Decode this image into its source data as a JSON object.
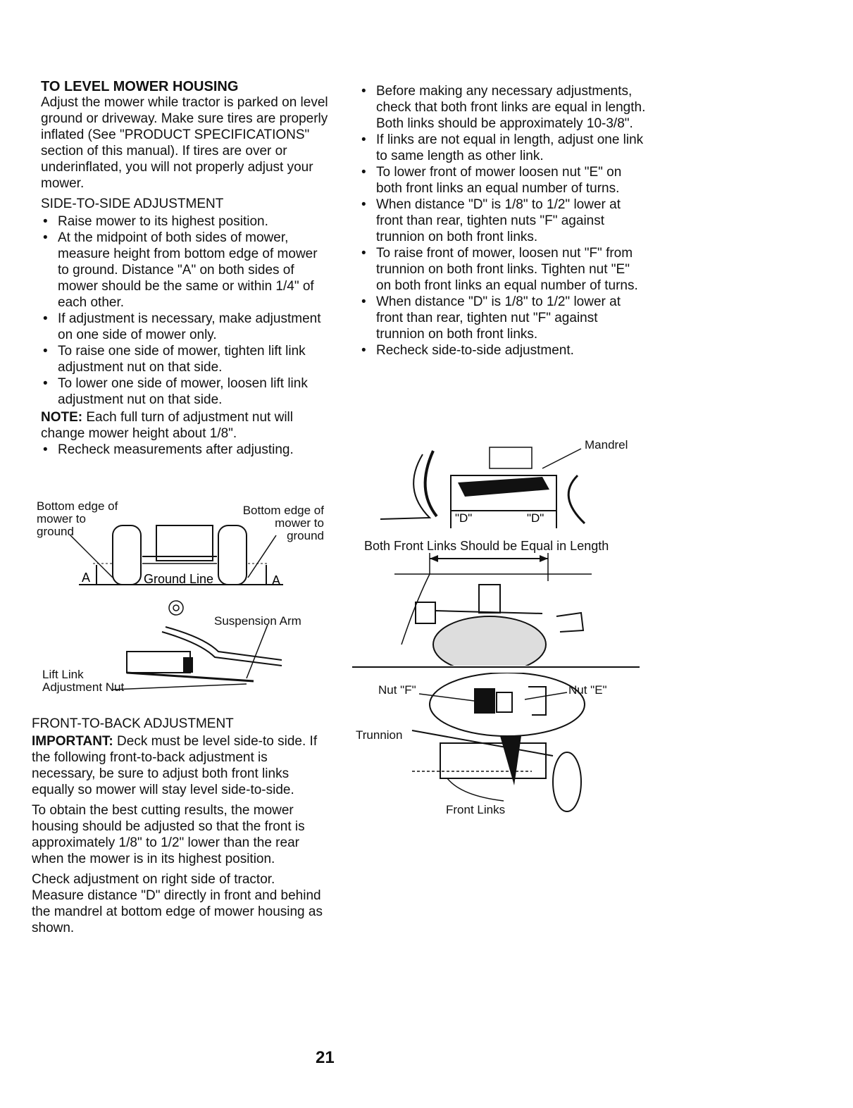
{
  "left": {
    "title": "TO LEVEL MOWER HOUSING",
    "intro": "Adjust the mower while tractor is parked on level ground or driveway. Make sure tires are properly inflated (See \"PRODUCT SPECIFICATIONS\" section of this manual). If tires are over or underinflated, you will not properly adjust your mower.",
    "side_heading": "SIDE-TO-SIDE ADJUSTMENT",
    "side_bullets": [
      "Raise mower to its highest position.",
      "At the midpoint of both sides of mower, measure height from bottom edge of mower to ground. Distance \"A\" on both sides of mower should be the same or within 1/4\" of each other.",
      "If adjustment is necessary, make adjustment on one side of mower only.",
      "To raise one side of mower, tighten lift link adjustment nut on that side.",
      "To lower one side of mower, loosen lift link adjustment nut on that side."
    ],
    "note_label": "NOTE:",
    "note_text": " Each full turn of adjustment nut will change mower height about 1/8\".",
    "recheck_bullet": "Recheck measurements after adjusting.",
    "front_heading": "FRONT-TO-BACK ADJUSTMENT",
    "important_label": "IMPORTANT:",
    "important_text": " Deck must be level side-to side. If the following front-to-back adjustment is necessary, be sure to adjust both front links equally so mower will stay level side-to-side.",
    "para_best": "To obtain the best cutting results, the mower housing should be adjusted so that the front is approximately 1/8\" to 1/2\" lower than the rear when the mower is in its highest position.",
    "para_check": "Check adjustment on right side of tractor. Measure distance \"D\" directly in front and behind the mandrel at bottom edge of mower housing as shown."
  },
  "fig1": {
    "label_left": "Bottom edge of\nmower to\nground",
    "label_right": "Bottom edge of\nmower to\nground",
    "ground_line": "Ground Line",
    "a_left": "A",
    "a_right": "A"
  },
  "fig2": {
    "suspension_arm": "Suspension Arm",
    "lift_link": "Lift Link\nAdjustment Nut"
  },
  "right": {
    "bullets": [
      "Before making any necessary adjustments, check that both front links are equal in length. Both links should be approximately 10-3/8\".",
      "If links are not equal in length, adjust one link to same length as other link.",
      "To lower front of mower loosen nut \"E\" on both front links an equal number of turns.",
      "When distance \"D\" is 1/8\" to 1/2\" lower at front than rear, tighten nuts \"F\" against trunnion on both front links.",
      "To raise front of mower, loosen nut \"F\" from trunnion on both front links. Tighten nut \"E\" on both front links an equal number of turns.",
      "When distance \"D\" is 1/8\" to 1/2\" lower at front than rear, tighten nut \"F\" against trunnion on both front links.",
      "Recheck side-to-side adjustment."
    ]
  },
  "fig3": {
    "mandrel": "Mandrel",
    "d_left": "\"D\"",
    "d_right": "\"D\""
  },
  "fig4": {
    "caption": "Both Front Links Should be Equal in Length"
  },
  "fig5": {
    "nut_f": "Nut \"F\"",
    "nut_e": "Nut \"E\"",
    "trunnion": "Trunnion",
    "front_links": "Front Links"
  },
  "page_number": "21"
}
